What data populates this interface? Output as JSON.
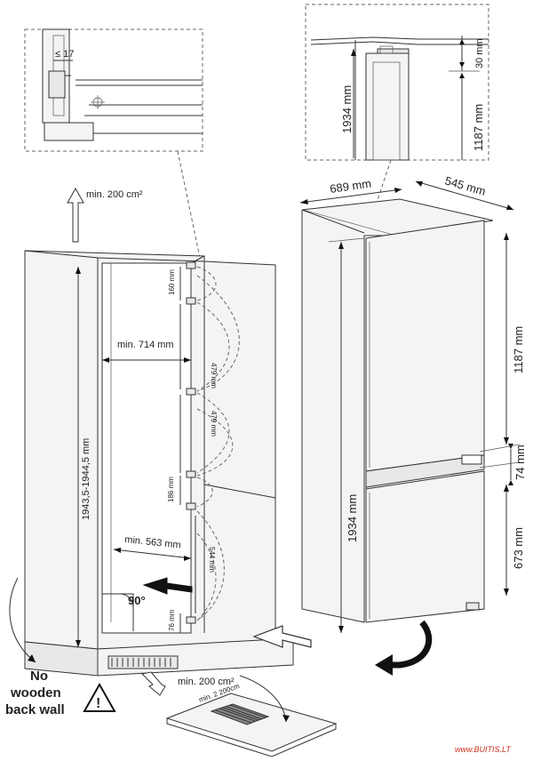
{
  "detail_top_left": {
    "dim_17": "≤ 17"
  },
  "detail_top_right": {
    "dim_30": "30 mm",
    "dim_1934": "1934 mm",
    "dim_1187": "1187 mm"
  },
  "niche": {
    "vent_top": "min. 200 cm²",
    "vent_bottom": "min. 200 cm²",
    "height": "1943,5-1944,5 mm",
    "width_top": "min. 714 mm",
    "width_bottom": "min. 563 mm",
    "hinge_160": "160 mm",
    "hinge_479a": "479 mm",
    "hinge_479b": "479 mm",
    "hinge_186": "186 mm",
    "hinge_544": "544 mm",
    "hinge_76": "76 mm",
    "angle": "90°",
    "floor_label": "min. 2 200cm",
    "warning_text": [
      "No",
      "wooden",
      "back wall"
    ]
  },
  "appliance": {
    "width": "689 mm",
    "depth": "545 mm",
    "height": "1934 mm",
    "top_door": "1187 mm",
    "gap": "74 mm",
    "bottom_door": "673 mm"
  },
  "watermark": "www.BUITIS.LT"
}
